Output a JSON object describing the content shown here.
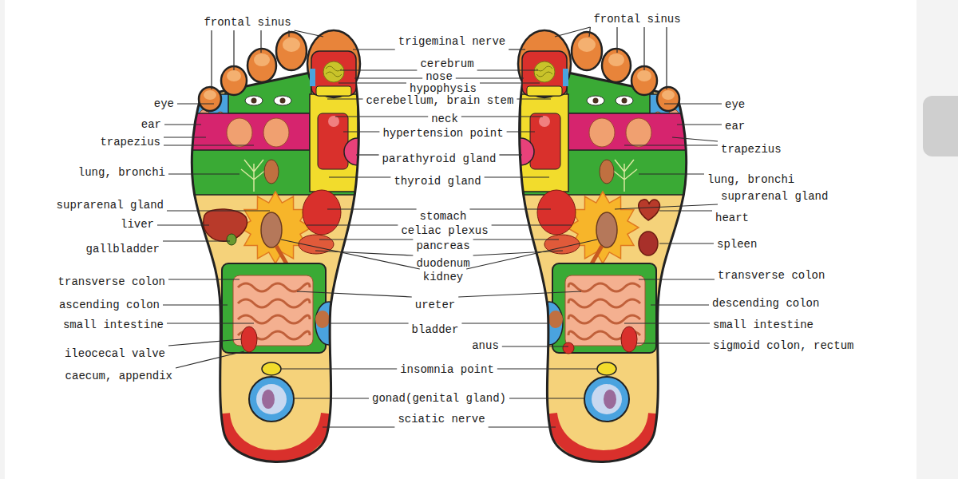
{
  "diagram": {
    "labels": [
      "frontal sinus",
      "eye",
      "ear",
      "trapezius",
      "lung, bronchi",
      "suprarenal gland",
      "liver",
      "gallbladder",
      "transverse colon",
      "ascending colon",
      "small intestine",
      "ileocecal valve",
      "caecum, appendix",
      "trigeminal nerve",
      "cerebrum",
      "nose",
      "hypophysis",
      "cerebellum, brain stem",
      "neck",
      "hypertension point",
      "parathyroid gland",
      "thyroid gland",
      "stomach",
      "celiac plexus",
      "pancreas",
      "duodenum",
      "kidney",
      "ureter",
      "bladder",
      "anus",
      "insomnia point",
      "gonad(genital gland)",
      "sciatic nerve",
      "frontal sinus",
      "eye",
      "ear",
      "trapezius",
      "lung, bronchi",
      "suprarenal gland",
      "heart",
      "spleen",
      "transverse colon",
      "descending colon",
      "small intestine",
      "sigmoid colon, rectum"
    ]
  }
}
